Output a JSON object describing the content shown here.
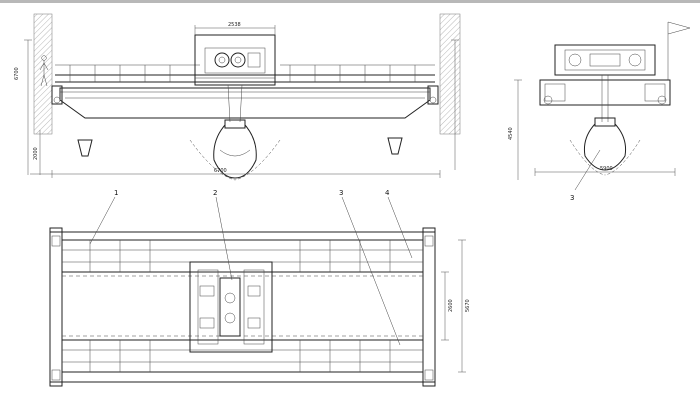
{
  "callouts": [
    "1",
    "2",
    "3",
    "4"
  ],
  "side_callout": "3",
  "dims": {
    "top_trolley": "2538",
    "height_left": "6700",
    "side_span": "5900",
    "side_height": "4540",
    "left_clear": "2000",
    "hook_span": "6700",
    "plan_right_a": "2600",
    "plan_right_b": "5670"
  }
}
